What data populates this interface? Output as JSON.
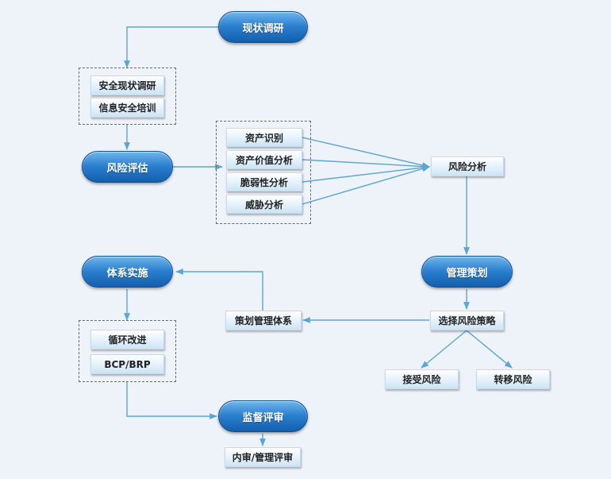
{
  "nodes": {
    "status_research": "现状调研",
    "security_status_research": "安全现状调研",
    "infosec_training": "信息安全培训",
    "risk_assessment": "风险评估",
    "asset_identification": "资产识别",
    "asset_value_analysis": "资产价值分析",
    "vulnerability_analysis": "脆弱性分析",
    "threat_analysis": "威胁分析",
    "risk_analysis": "风险分析",
    "management_planning": "管理策划",
    "select_risk_strategy": "选择风险策略",
    "accept_risk": "接受风险",
    "transfer_risk": "转移风险",
    "plan_management_system": "策划管理体系",
    "system_implementation": "体系实施",
    "cycle_improvement": "循环改进",
    "bcp_brp": "BCP/BRP",
    "supervision_review": "监督评审",
    "internal_management_review": "内审/管理评审"
  },
  "colors": {
    "line": "#5aa6d6",
    "pill_top": "#6fb6ea",
    "pill_bottom": "#135fad",
    "box_fill": "#e3f1fb",
    "background": "#eef2f9"
  }
}
